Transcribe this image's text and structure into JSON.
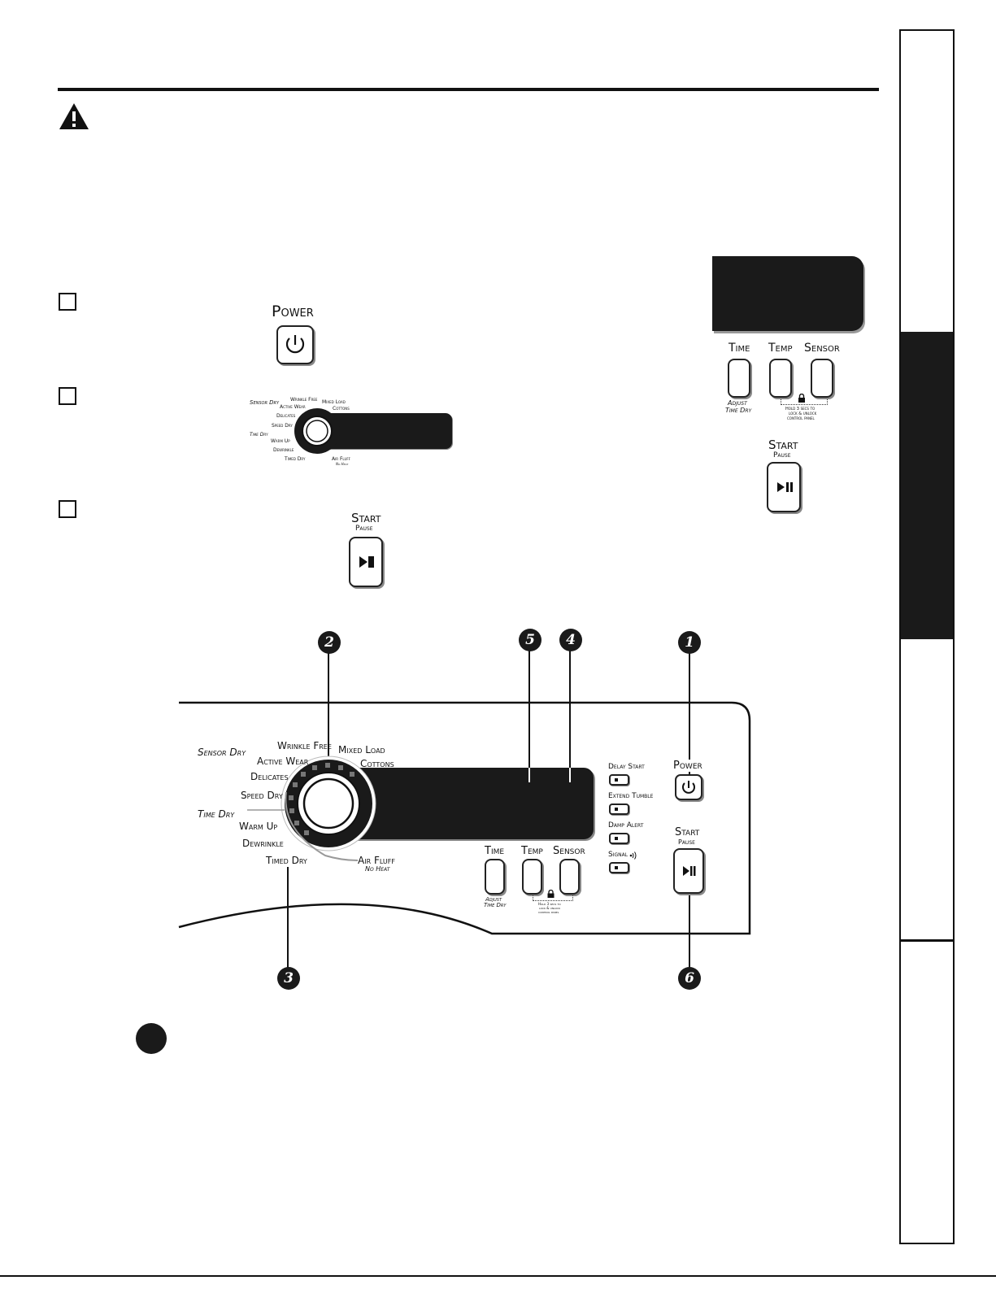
{
  "step_panel": {
    "power": {
      "label": "Power"
    },
    "start": {
      "label": "Start",
      "sub": "Pause"
    },
    "dial_small": {
      "items": [
        "Sensor Dry",
        "Active Wear",
        "Wrinkle Free",
        "Mixed Load",
        "Cottons",
        "Delicates",
        "Speed Dry",
        "Time Dry",
        "Warm Up",
        "Dewrinkle",
        "Timed Dry",
        "Air Fluff",
        "No Heat"
      ]
    }
  },
  "inset_panel": {
    "time": "Time",
    "temp": "Temp",
    "sensor": "Sensor",
    "adjust": "Adjust",
    "time_dry": "Time Dry",
    "hold1": "Hold 3 secs to",
    "hold2": "lock & unlock",
    "hold3": "control panel",
    "start": "Start",
    "pause": "Pause"
  },
  "main_panel": {
    "dial": {
      "sensor_dry": "Sensor Dry",
      "wrinkle_free": "Wrinkle Free",
      "mixed_load": "Mixed Load",
      "active_wear": "Active Wear",
      "cottons": "Cottons",
      "delicates": "Delicates",
      "speed_dry": "Speed Dry",
      "time_dry": "Time Dry",
      "warm_up": "Warm Up",
      "dewrinkle": "Dewrinkle",
      "timed_dry": "Timed Dry",
      "air_fluff": "Air Fluff",
      "no_heat": "No Heat"
    },
    "time": "Time",
    "temp": "Temp",
    "sensor": "Sensor",
    "adjust": "Adjust",
    "time_dry": "Time Dry",
    "hold1": "Hold 3 secs to",
    "hold2": "lock & unlock",
    "hold3": "control panel",
    "options": [
      "Delay Start",
      "Extend Tumble",
      "Damp Alert",
      "Signal"
    ],
    "power": "Power",
    "start": "Start",
    "pause": "Pause"
  },
  "callouts": [
    "2",
    "5",
    "4",
    "1",
    "3",
    "6"
  ]
}
